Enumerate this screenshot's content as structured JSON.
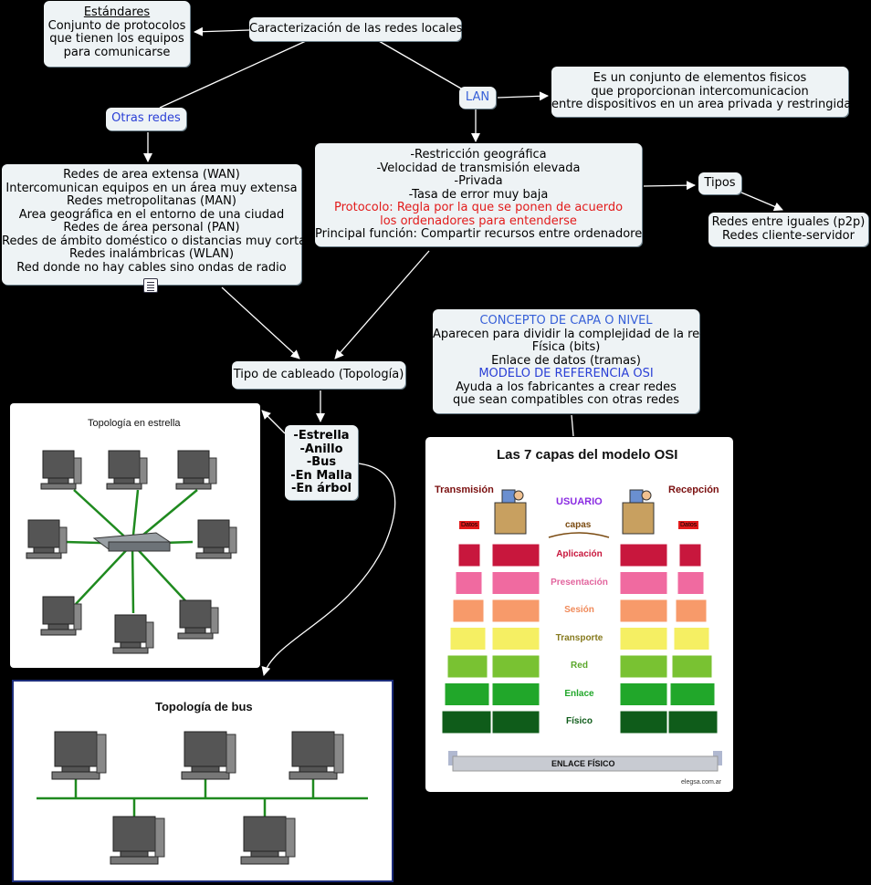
{
  "nodes": {
    "caracterizacion": "Caracterización de las redes locales",
    "estandares": {
      "title": "Estándares",
      "lines": [
        "Conjunto de protocolos",
        "que tienen los equipos",
        "para comunicarse"
      ]
    },
    "otras_redes": "Otras redes",
    "lan": "LAN",
    "lan_def": [
      "Es un conjunto de elementos fisicos",
      "que proporcionan intercomunicacion",
      "entre dispositivos en un area privada y restringida."
    ],
    "wan_list": [
      "Redes de area extensa (WAN)",
      "Intercomunican equipos en un área muy extensa",
      "Redes metropolitanas (MAN)",
      "Area geográfica en el entorno de una ciudad",
      "Redes de área personal (PAN)",
      "Redes de ámbito doméstico o distancias muy cortas",
      "Redes inalámbricas (WLAN)",
      "Red donde no hay cables sino ondas de radio"
    ],
    "lan_props": {
      "lines": [
        "-Restricción geográfica",
        "-Velocidad de transmisión elevada",
        "-Privada",
        "-Tasa de error muy baja"
      ],
      "protocol": [
        "Protocolo: Regla por la que se ponen de acuerdo",
        "los ordenadores para entenderse"
      ],
      "main": "Principal función: Compartir recursos entre ordenadores"
    },
    "tipos": "Tipos",
    "tipos_list": [
      "Redes entre iguales (p2p)",
      "Redes cliente-servidor"
    ],
    "cableado": "Tipo de cableado (Topología)",
    "topologias": [
      "-Estrella",
      "-Anillo",
      "-Bus",
      "-En Malla",
      "-En árbol"
    ],
    "capa": {
      "head": "CONCEPTO DE CAPA O NIVEL",
      "lines": [
        "Aparecen para dividir la complejidad de la red",
        "Física (bits)",
        "Enlace de datos (tramas)"
      ],
      "modelo": "MODELO DE REFERENCIA OSI",
      "lines2": [
        "Ayuda a los fabricantes a crear redes",
        "que sean compatibles con otras redes"
      ]
    }
  },
  "images": {
    "estrella_title": "Topología en estrella",
    "bus_title": "Topología de bus",
    "osi": {
      "title": "Las 7 capas del modelo OSI",
      "transmision": "Transmisión",
      "recepcion": "Recepción",
      "usuario": "USUARIO",
      "capas": "capas",
      "datos_left": "Datos",
      "datos_right": "Datos",
      "layers": [
        "Aplicación",
        "Presentación",
        "Sesión",
        "Transporte",
        "Red",
        "Enlace",
        "Físico"
      ],
      "enlace_fisico": "ENLACE FÍSICO",
      "site": "elegsa.com.ar"
    }
  },
  "colors": {
    "node_bg": "#eef3f5",
    "link": "#ffffff",
    "protocol_text": "#e21b1b",
    "blue_text": "#2a3fd6",
    "layer_colors": [
      "#c8173d",
      "#f06aa0",
      "#f79a6a",
      "#f5ef63",
      "#79c232",
      "#21a72a",
      "#0f5c1a"
    ],
    "layer_text": [
      "#c8173d",
      "#e2659e",
      "#f08a5a",
      "#867a1e",
      "#5aa72a",
      "#21a72a",
      "#0f5c1a"
    ]
  }
}
